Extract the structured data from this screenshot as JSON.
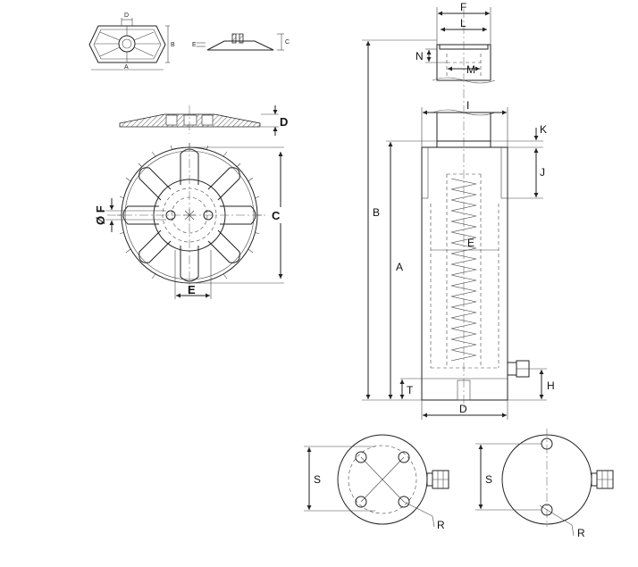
{
  "saddle_small": {
    "dim_a": "A",
    "dim_b": "B",
    "dim_c": "C",
    "dim_d": "D",
    "dim_e": "E"
  },
  "saddle_round": {
    "dim_c": "C",
    "dim_d": "D",
    "dim_e": "E",
    "dim_f": "Ø F"
  },
  "cylinder": {
    "dim_a": "A",
    "dim_b": "B",
    "dim_d": "D",
    "dim_e": "E",
    "dim_f": "F",
    "dim_h": "H",
    "dim_i": "I",
    "dim_j": "J",
    "dim_k": "K",
    "dim_l": "L",
    "dim_m": "M",
    "dim_n": "N",
    "dim_t": "T"
  },
  "base_view_left": {
    "dim_s": "S",
    "dim_r": "R"
  },
  "base_view_right": {
    "dim_s": "S",
    "dim_r": "R"
  }
}
